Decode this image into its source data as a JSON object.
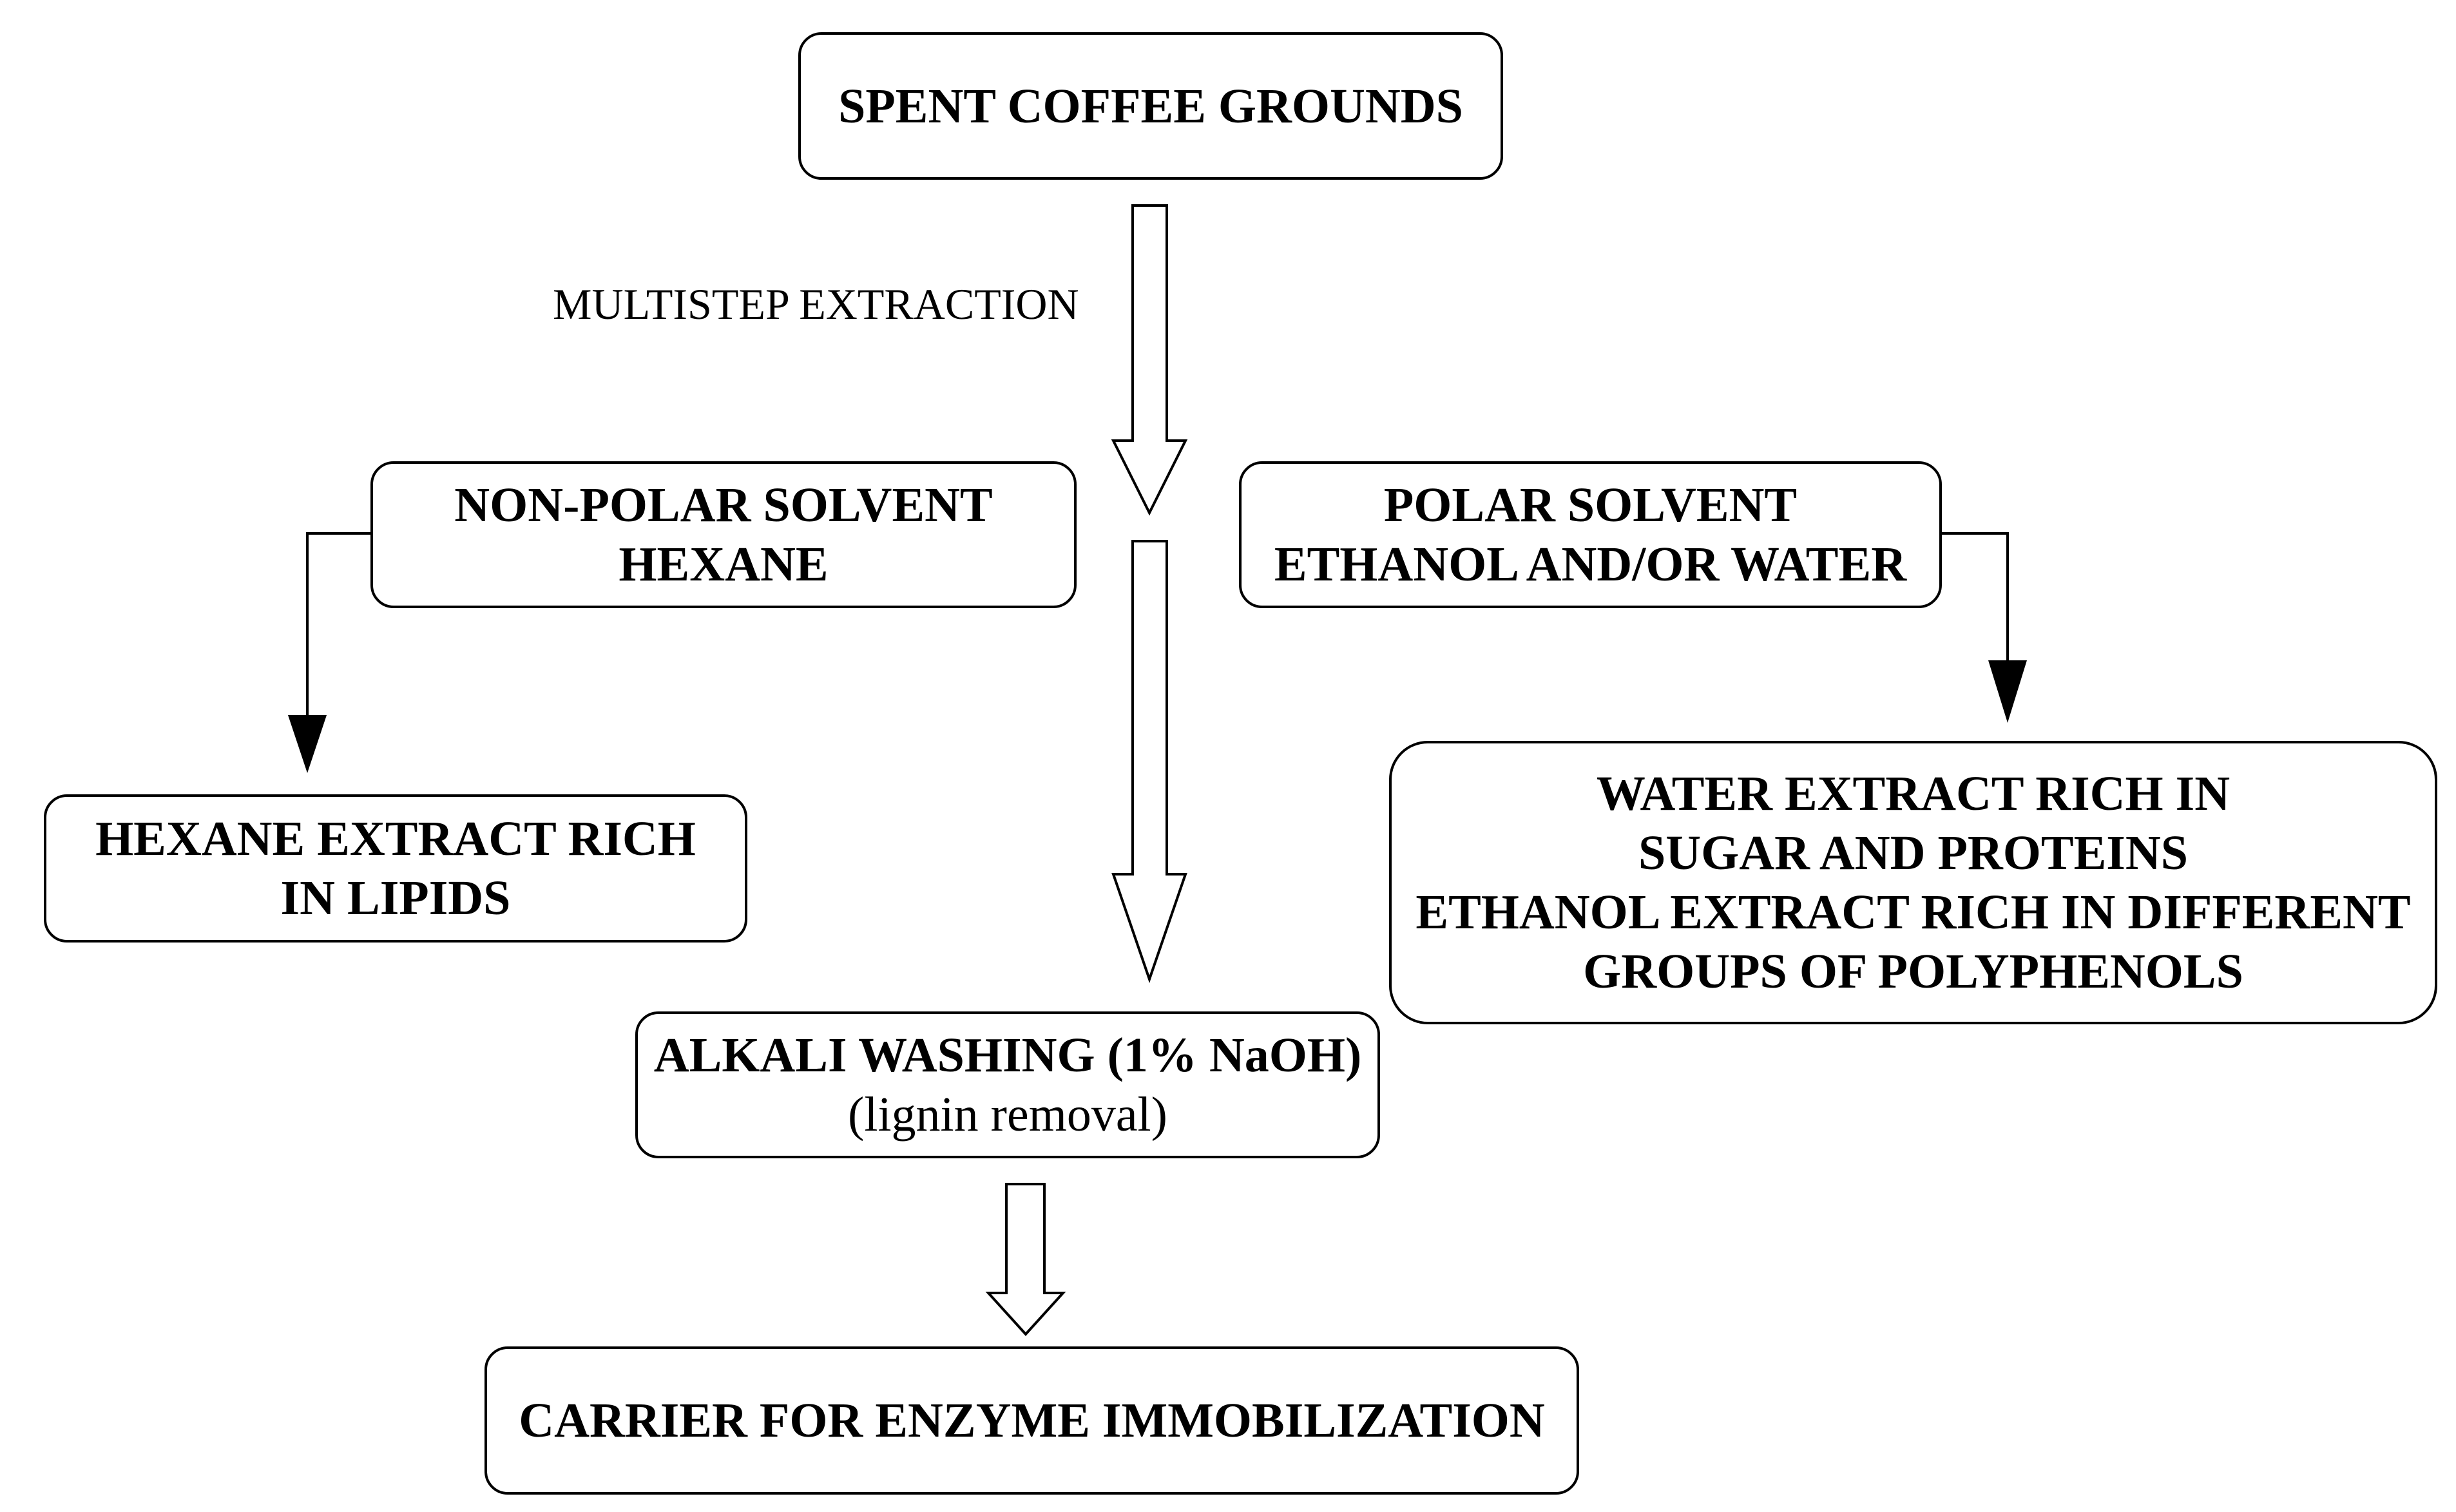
{
  "nodes": {
    "start": {
      "lines": [
        "SPENT COFFEE GROUNDS"
      ]
    },
    "nonpolar": {
      "lines": [
        "NON-POLAR SOLVENT",
        "HEXANE"
      ]
    },
    "polar": {
      "lines": [
        "POLAR SOLVENT",
        "ETHANOL AND/OR WATER"
      ]
    },
    "hexane_extract": {
      "lines": [
        "HEXANE EXTRACT RICH",
        "IN LIPIDS"
      ]
    },
    "water_ethanol_extract": {
      "lines": [
        "WATER EXTRACT RICH IN",
        "SUGAR AND PROTEINS",
        "ETHANOL EXTRACT RICH IN DIFFERENT",
        "GROUPS OF POLYPHENOLS"
      ]
    },
    "alkali": {
      "lines": [
        "ALKALI WASHING (1% NaOH)",
        "(lignin removal)"
      ]
    },
    "carrier": {
      "lines": [
        "CARRIER FOR ENZYME IMMOBILIZATION"
      ]
    }
  },
  "edge_labels": {
    "multistep": "MULTISTEP EXTRACTION"
  },
  "colors": {
    "stroke": "#000000",
    "fill": "#ffffff"
  }
}
